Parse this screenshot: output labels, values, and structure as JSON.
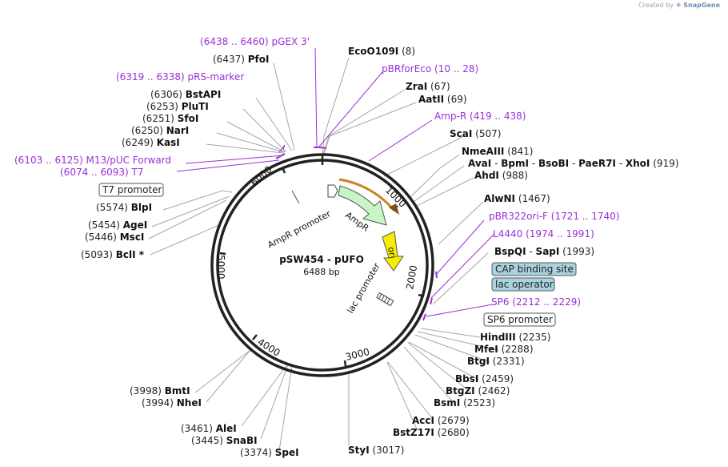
{
  "credit": {
    "prefix": "Created by",
    "brand": "SnapGene"
  },
  "plasmid": {
    "name": "pSW454 - pUFO",
    "size_label": "6488 bp",
    "length": 6488
  },
  "ticks": [
    "1000",
    "2000",
    "3000",
    "4000",
    "5000",
    "6000"
  ],
  "features": {
    "ampr_label": "AmpR",
    "ampr_promoter_label": "AmpR promoter",
    "ori_label": "ori",
    "lac_promoter_label": "lac promoter"
  },
  "labels": {
    "pgex": {
      "name": "pGEX 3'",
      "pos": "(6438 .. 6460)"
    },
    "pfoi": {
      "name": "PfoI",
      "pos": "(6437)"
    },
    "ecoo109i": {
      "name": "EcoO109I",
      "pos": "(8)"
    },
    "pbrforeco": {
      "name": "pBRforEco",
      "pos": "(10 .. 28)"
    },
    "prs": {
      "name": "pRS-marker",
      "pos": "(6319 .. 6338)"
    },
    "zrai": {
      "name": "ZraI",
      "pos": "(67)"
    },
    "aatii": {
      "name": "AatII",
      "pos": "(69)"
    },
    "bstapi": {
      "name": "BstAPI",
      "pos": "(6306)"
    },
    "pluti": {
      "name": "PluTI",
      "pos": "(6253)"
    },
    "sfoi": {
      "name": "SfoI",
      "pos": "(6251)"
    },
    "nari": {
      "name": "NarI",
      "pos": "(6250)"
    },
    "kasi": {
      "name": "KasI",
      "pos": "(6249)"
    },
    "ampr_primer": {
      "name": "Amp-R",
      "pos": "(419 .. 438)"
    },
    "scai": {
      "name": "ScaI",
      "pos": "(507)"
    },
    "nmeaiii": {
      "name": "NmeAIII",
      "pos": "(841)"
    },
    "avai": {
      "name": "AvaI",
      "sep1": "-",
      "name2": "BpmI",
      "sep2": "-",
      "name3": "BsoBI",
      "sep3": "-",
      "name4": "PaeR7I",
      "sep4": "-",
      "name5": "XhoI",
      "pos": "(919)"
    },
    "ahdi": {
      "name": "AhdI",
      "pos": "(988)"
    },
    "m13": {
      "name": "M13/pUC Forward",
      "pos": "(6103 .. 6125)"
    },
    "t7": {
      "name": "T7",
      "pos": "(6074 .. 6093)"
    },
    "t7promoter": {
      "name": "T7 promoter"
    },
    "blpi": {
      "name": "BlpI",
      "pos": "(5574)"
    },
    "agei": {
      "name": "AgeI",
      "pos": "(5454)"
    },
    "msci": {
      "name": "MscI",
      "pos": "(5446)"
    },
    "bcli": {
      "name": "BclI *",
      "pos": "(5093)"
    },
    "alwni": {
      "name": "AlwNI",
      "pos": "(1467)"
    },
    "pbr322": {
      "name": "pBR322ori-F",
      "pos": "(1721 .. 1740)"
    },
    "l4440": {
      "name": "L4440",
      "pos": "(1974 .. 1991)"
    },
    "bspqi": {
      "name": "BspQI",
      "sep": "-",
      "name2": "SapI",
      "pos": "(1993)"
    },
    "cap": {
      "name": "CAP binding site"
    },
    "lacop": {
      "name": "lac operator"
    },
    "sp6": {
      "name": "SP6",
      "pos": "(2212 .. 2229)"
    },
    "sp6promoter": {
      "name": "SP6 promoter"
    },
    "hindiii": {
      "name": "HindIII",
      "pos": "(2235)"
    },
    "mfei": {
      "name": "MfeI",
      "pos": "(2288)"
    },
    "btgi": {
      "name": "BtgI",
      "pos": "(2331)"
    },
    "bbsi": {
      "name": "BbsI",
      "pos": "(2459)"
    },
    "btgzi": {
      "name": "BtgZI",
      "pos": "(2462)"
    },
    "bsmi": {
      "name": "BsmI",
      "pos": "(2523)"
    },
    "acci": {
      "name": "AccI",
      "pos": "(2679)"
    },
    "bstz17i": {
      "name": "BstZ17I",
      "pos": "(2680)"
    },
    "styi": {
      "name": "StyI",
      "pos": "(3017)"
    },
    "bmti": {
      "name": "BmtI",
      "pos": "(3998)"
    },
    "nhei": {
      "name": "NheI",
      "pos": "(3994)"
    },
    "alei": {
      "name": "AleI",
      "pos": "(3461)"
    },
    "snabi": {
      "name": "SnaBI",
      "pos": "(3445)"
    },
    "spei": {
      "name": "SpeI",
      "pos": "(3374)"
    }
  },
  "colors": {
    "purple": "#9a2fd6",
    "ampr_fill": "#c6f5c6",
    "ori_fill": "#f5ee00",
    "box_fill": "#a9d3de",
    "promoter_fill": "#ffffff"
  }
}
